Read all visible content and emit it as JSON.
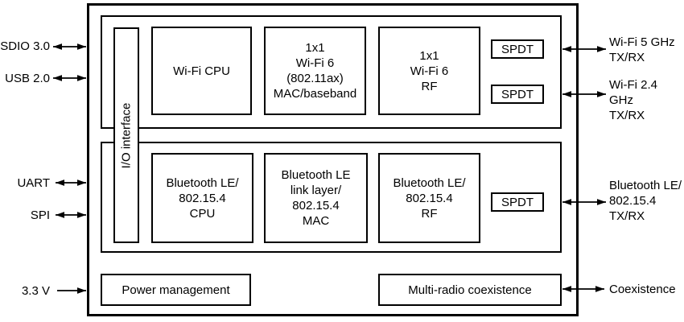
{
  "colors": {
    "line": "#000000",
    "background": "#ffffff",
    "text": "#000000"
  },
  "ports": {
    "left": [
      {
        "label": "SDIO 3.0",
        "direction": "bidirectional"
      },
      {
        "label": "USB 2.0",
        "direction": "bidirectional"
      },
      {
        "label": "UART",
        "direction": "bidirectional"
      },
      {
        "label": "SPI",
        "direction": "bidirectional"
      },
      {
        "label": "3.3 V",
        "direction": "input"
      }
    ],
    "right": [
      {
        "label": "Wi-Fi 5 GHz\nTX/RX",
        "direction": "bidirectional"
      },
      {
        "label": "Wi-Fi 2.4 GHz\nTX/RX",
        "direction": "bidirectional"
      },
      {
        "label": "Bluetooth LE/\n802.15.4\nTX/RX",
        "direction": "bidirectional"
      },
      {
        "label": "Coexistence",
        "direction": "bidirectional"
      }
    ]
  },
  "blocks": {
    "io_interface": "I/O interface",
    "wifi_cpu": "Wi-Fi CPU",
    "wifi_mac_baseband": "1x1\nWi-Fi 6\n(802.11ax)\nMAC/baseband",
    "wifi_rf": "1x1\nWi-Fi 6\nRF",
    "spdt_wifi_5ghz": "SPDT",
    "spdt_wifi_24ghz": "SPDT",
    "bt_cpu": "Bluetooth LE/\n802.15.4\nCPU",
    "bt_link_layer_mac": "Bluetooth LE\nlink layer/\n802.15.4\nMAC",
    "bt_rf": "Bluetooth LE/\n802.15.4\nRF",
    "spdt_bt": "SPDT",
    "power_management": "Power management",
    "multi_radio_coexistence": "Multi-radio coexistence"
  }
}
